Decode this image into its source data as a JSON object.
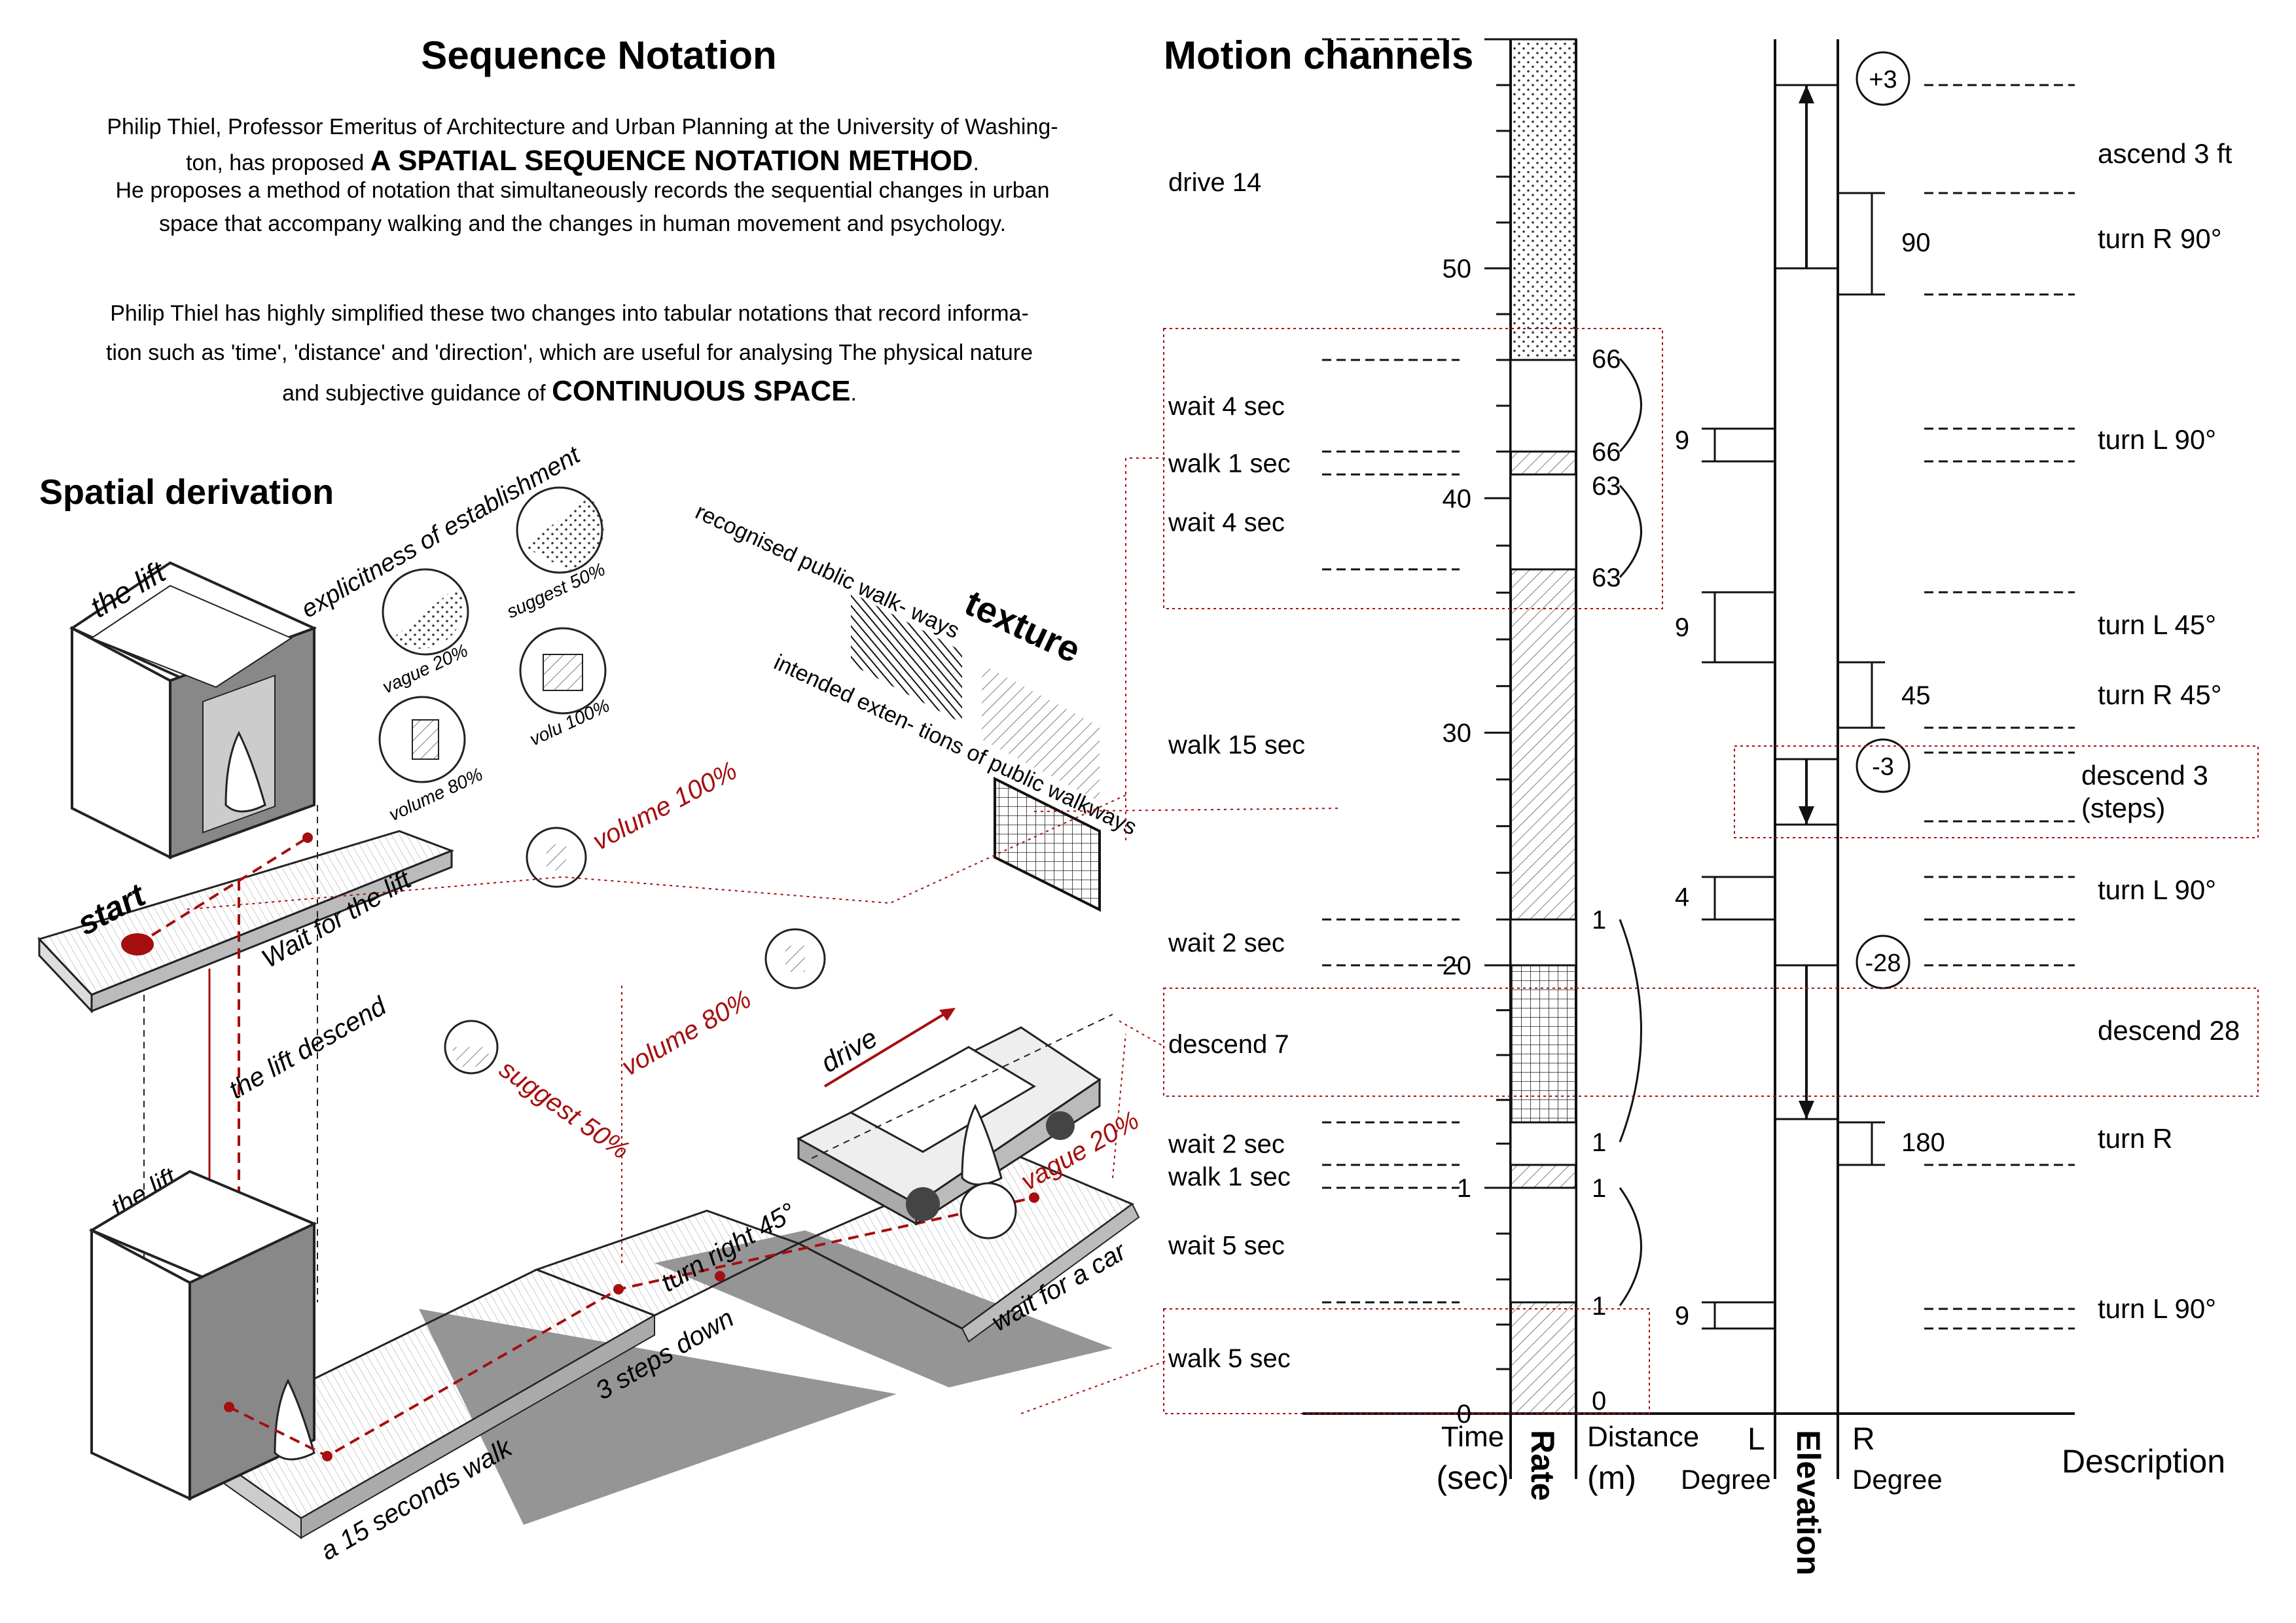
{
  "left_panel": {
    "title": "Sequence Notation",
    "intro": {
      "line1": "Philip Thiel, Professor Emeritus of Architecture and Urban Planning at the University of Washing-",
      "line2_prefix": "ton, has proposed ",
      "line2_emph": "A SPATIAL SEQUENCE NOTATION METHOD",
      "line2_suffix": ".",
      "line3": "He proposes a method of notation that simultaneously records the sequential changes in urban",
      "line4": "space that accompany walking and the changes in human movement and psychology."
    },
    "intro2": {
      "line1": "Philip Thiel has highly simplified these two changes into tabular notations that record informa-",
      "line2": "tion such as 'time', 'distance' and 'direction', which are useful for analysing The physical nature",
      "line3_prefix": "and subjective guidance of ",
      "line3_emph": "CONTINUOUS SPACE",
      "line3_suffix": "."
    },
    "section_title": "Spatial derivation",
    "legend_title": "explicitness of establishment",
    "legend_items": [
      "vague 20%",
      "suggest 50%",
      "volume 80%",
      "volu 100%"
    ],
    "texture_title": "texture",
    "texture_items": [
      "recognised public walk- ways",
      "intended exten- tions of public walkways"
    ],
    "iso_labels": {
      "lift_top": "the lift",
      "lift_bottom": "the lift",
      "start": "start",
      "wait_lift": "Wait for the lift",
      "lift_descend": "the  lift descend",
      "walk15": "a 15 seconds walk",
      "steps": "3 steps down",
      "turn_right": "turn right 45°",
      "wait_car": "wait for a car",
      "drive": "drive"
    },
    "red_labels": [
      "volume 100%",
      "volume 80%",
      "suggest 50%",
      "vague 20%"
    ]
  },
  "chart_data": {
    "type": "table",
    "title": "Motion channels",
    "columns": [
      "Time (sec)",
      "Rate",
      "Distance (m)",
      "L Degree",
      "Elevation",
      "R Degree",
      "Description"
    ],
    "time_ticks": [
      0,
      1,
      20,
      30,
      40,
      50
    ],
    "rate_segments": [
      {
        "from": 0,
        "to": 5,
        "pattern": "hatch",
        "label": "walk 5 sec"
      },
      {
        "from": 5,
        "to": 10,
        "pattern": "blank",
        "label": "wait 5 sec"
      },
      {
        "from": 10,
        "to": 11,
        "pattern": "hatch",
        "label": "walk 1 sec"
      },
      {
        "from": 11,
        "to": 13,
        "pattern": "blank",
        "label": "wait 2 sec"
      },
      {
        "from": 13,
        "to": 20,
        "pattern": "grid",
        "label": "descend 7"
      },
      {
        "from": 20,
        "to": 22,
        "pattern": "blank",
        "label": "wait 2 sec"
      },
      {
        "from": 22,
        "to": 37,
        "pattern": "hatch",
        "label": "walk 15 sec"
      },
      {
        "from": 37,
        "to": 41,
        "pattern": "blank",
        "label": "wait 4 sec"
      },
      {
        "from": 41,
        "to": 42,
        "pattern": "hatch",
        "label": "walk 1 sec"
      },
      {
        "from": 42,
        "to": 46,
        "pattern": "blank",
        "label": "wait 4 sec"
      },
      {
        "from": 46,
        "to": 60,
        "pattern": "dots",
        "label": "drive 14"
      }
    ],
    "distance_labels": [
      "0",
      "1",
      "1",
      "1",
      "1",
      "63",
      "63",
      "66",
      "66"
    ],
    "left_degrees": [
      "9",
      "9",
      "4",
      "9"
    ],
    "right_degrees": [
      "180",
      "45",
      "90"
    ],
    "elevation_markers": [
      "+3",
      "-3",
      "-28"
    ],
    "descriptions": [
      "ascend 3 ft",
      "turn R 90°",
      "turn L 90°",
      "turn L 45°",
      "turn R 45°",
      "descend 3",
      "(steps)",
      "turn L 90°",
      "descend 28",
      "turn R",
      "turn L 90°"
    ],
    "axis_labels": {
      "time": "Time",
      "time_unit": "(sec)",
      "rate": "Rate",
      "distance": "Distance",
      "distance_unit": "(m)",
      "l": "L",
      "l_unit": "Degree",
      "elevation": "Elevation",
      "r": "R",
      "r_unit": "Degree",
      "description": "Description"
    }
  },
  "colors": {
    "accent": "#a50f0f",
    "ink": "#111111",
    "grey": "#8a8a8a"
  }
}
